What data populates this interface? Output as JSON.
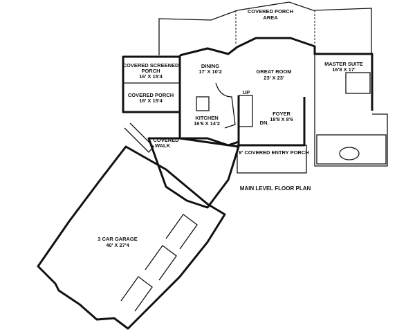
{
  "title": "MAIN LEVEL FLOOR PLAN",
  "rooms": {
    "covered_porch_area": {
      "name": "COVERED PORCH",
      "name2": "AREA"
    },
    "covered_screened_porch": {
      "name": "COVERED SCREENED",
      "name2": "PORCH",
      "size": "16' X 15'4"
    },
    "covered_porch": {
      "name": "COVERED PORCH",
      "size": "16' X 15'4"
    },
    "dining": {
      "name": "DINING",
      "size": "17' X 10'2"
    },
    "great_room": {
      "name": "GREAT ROOM",
      "size": "23' X 23'"
    },
    "master_suite": {
      "name": "MASTER SUITE",
      "size": "16'8 X 17'"
    },
    "kitchen": {
      "name": "KITCHEN",
      "size": "16'6 X 14'2"
    },
    "foyer": {
      "name": "FOYER",
      "size": "18'8 X 8'6"
    },
    "covered_walk": {
      "name": "COVERED",
      "name2": "WALK"
    },
    "entry_porch": {
      "name": "8' COVERED ENTRY PORCH"
    },
    "garage": {
      "name": "3 CAR GARAGE",
      "size": "40' X 27'4"
    }
  },
  "stairs": {
    "up": "UP",
    "down": "DN."
  }
}
